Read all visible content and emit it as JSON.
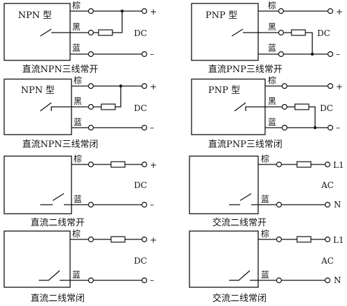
{
  "panels": [
    {
      "id": "npn-3wire-no",
      "type_label": "NPN 型",
      "wires": {
        "brown": "棕",
        "black": "黑",
        "blue": "蓝"
      },
      "terminals": {
        "plus": "+",
        "minus": "–"
      },
      "power": "DC",
      "caption": "直流NPN三线常开"
    },
    {
      "id": "pnp-3wire-no",
      "type_label": "PNP 型",
      "wires": {
        "brown": "棕",
        "black": "黑",
        "blue": "蓝"
      },
      "terminals": {
        "plus": "+",
        "minus": "–"
      },
      "power": "DC",
      "caption": "直流PNP三线常开"
    },
    {
      "id": "npn-3wire-nc",
      "type_label": "NPN 型",
      "wires": {
        "brown": "棕",
        "black": "黑",
        "blue": "蓝"
      },
      "terminals": {
        "plus": "+",
        "minus": "–"
      },
      "power": "DC",
      "caption": "直流NPN三线常闭"
    },
    {
      "id": "pnp-3wire-nc",
      "type_label": "PNP 型",
      "wires": {
        "brown": "棕",
        "black": "黑",
        "blue": "蓝"
      },
      "terminals": {
        "plus": "+",
        "minus": "–"
      },
      "power": "DC",
      "caption": "直流PNP三线常闭"
    },
    {
      "id": "dc-2wire-no",
      "wires": {
        "brown": "棕",
        "blue": "蓝"
      },
      "terminals": {
        "plus": "+",
        "minus": "–"
      },
      "power": "DC",
      "caption": "直流二线常开"
    },
    {
      "id": "ac-2wire-no",
      "wires": {
        "brown": "棕",
        "blue": "蓝"
      },
      "terminals": {
        "l1": "L1",
        "n": "N"
      },
      "power": "AC",
      "caption": "交流二线常开"
    },
    {
      "id": "dc-2wire-nc",
      "wires": {
        "brown": "棕",
        "blue": "蓝"
      },
      "terminals": {
        "plus": "+",
        "minus": "–"
      },
      "power": "DC",
      "caption": "直流二线常闭"
    },
    {
      "id": "ac-2wire-nc",
      "wires": {
        "brown": "棕",
        "blue": "蓝"
      },
      "terminals": {
        "l1": "L1",
        "n": "N"
      },
      "power": "AC",
      "caption": "交流二线常闭"
    }
  ]
}
